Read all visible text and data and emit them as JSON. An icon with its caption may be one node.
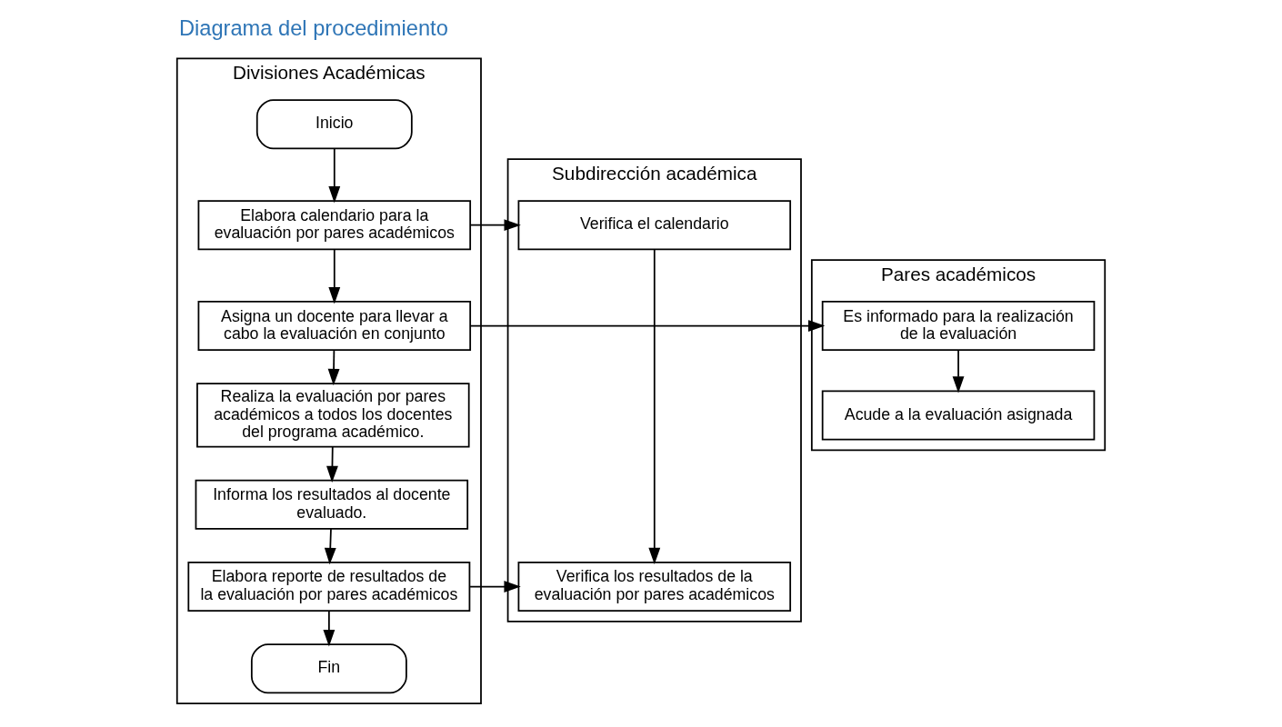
{
  "diagram": {
    "title": "Diagrama del procedimiento",
    "nodes": [
      {
        "text": [
          "Divisiones Académicas"
        ]
      },
      {
        "text": [
          "Subdirección académica"
        ]
      },
      {
        "text": [
          "Pares académicos"
        ]
      },
      {
        "text": [
          "Inicio"
        ],
        "in": 0
      },
      {
        "text": [
          "Elabora calendario para la evaluación por pares académicos"
        ],
        "in": 0
      },
      {
        "text": [
          "Asigna un docente para llevar a cabo la evaluación en conjunto"
        ],
        "in": 0
      },
      {
        "text": [
          "Realiza la evaluación por pares académicos a todos los docentes del programa académico."
        ],
        "in": 0
      },
      {
        "text": [
          "Informa los resultados al docente evaluado."
        ],
        "in": 0
      },
      {
        "text": [
          "Elabora reporte de resultados de la evaluación por pares académicos"
        ],
        "in": 0
      },
      {
        "text": [
          "Fin"
        ],
        "in": 0
      },
      {
        "text": [
          "Verifica el calendario"
        ],
        "in": 1
      },
      {
        "text": [
          "Verifica los resultados de la evaluación por pares académicos"
        ],
        "in": 1
      },
      {
        "text": [
          "Es informado para la realización de la evaluación"
        ],
        "in": 2
      },
      {
        "text": [
          "Acude a la evaluación asignada"
        ],
        "in": 2
      }
    ],
    "edges": [
      {
        "from": 3,
        "to": 4,
        "arrow": "to"
      },
      {
        "from": 4,
        "to": 10,
        "arrow": "to"
      },
      {
        "from": 4,
        "to": 5,
        "arrow": "to"
      },
      {
        "from": 5,
        "to": 12,
        "arrow": "to"
      },
      {
        "from": 5,
        "to": 6,
        "arrow": "to"
      },
      {
        "from": 6,
        "to": 7,
        "arrow": "to"
      },
      {
        "from": 7,
        "to": 8,
        "arrow": "to"
      },
      {
        "from": 8,
        "to": 11,
        "arrow": "to"
      },
      {
        "from": 8,
        "to": 9,
        "arrow": "to"
      },
      {
        "from": 10,
        "to": 11,
        "arrow": "to"
      },
      {
        "from": 12,
        "to": 13,
        "arrow": "to"
      }
    ]
  }
}
